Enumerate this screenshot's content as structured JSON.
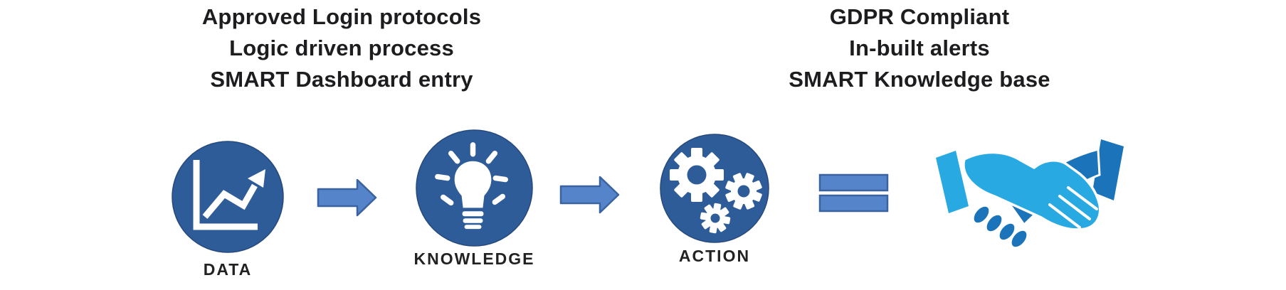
{
  "left_heading": {
    "lines": [
      "Approved Login protocols",
      "Logic driven process",
      "SMART Dashboard entry"
    ]
  },
  "right_heading": {
    "lines": [
      "GDPR Compliant",
      "In-built alerts",
      "SMART Knowledge base"
    ]
  },
  "flow": {
    "steps": [
      {
        "label": "DATA",
        "icon": "line-chart-icon"
      },
      {
        "label": "KNOWLEDGE",
        "icon": "lightbulb-icon"
      },
      {
        "label": "ACTION",
        "icon": "gears-icon"
      }
    ],
    "connector_icon": "right-arrow-icon",
    "equals_icon": "equals-sign-icon",
    "result_icon": "handshake-icon"
  },
  "colors": {
    "circle_blue": "#2e5c99",
    "icon_white": "#ffffff",
    "arrow_fill": "#5584cb",
    "arrow_border": "#3a639f",
    "equals_fill": "#5584cb",
    "equals_border": "#3a639f",
    "hand_light_blue": "#29a9e1",
    "hand_dark_blue": "#1b74ba",
    "heading_text": "#1d1d1f",
    "label_text": "#222222",
    "background": "#ffffff"
  }
}
